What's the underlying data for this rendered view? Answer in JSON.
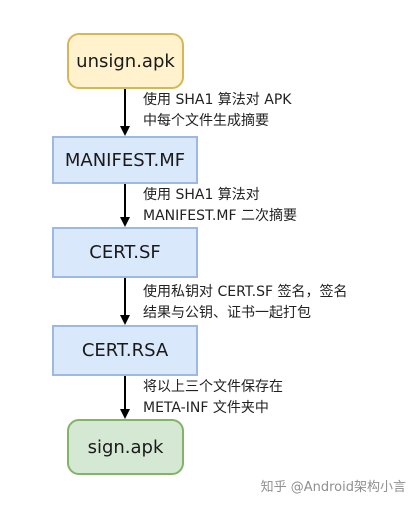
{
  "boxes": {
    "unsigned_apk": "unsign.apk",
    "manifest": "MANIFEST.MF",
    "cert_sf": "CERT.SF",
    "cert_rsa": "CERT.RSA",
    "signed_apk": "sign.apk"
  },
  "annotations": {
    "step1": [
      "使用 SHA1 算法对 APK",
      "中每个文件生成摘要"
    ],
    "step2": [
      "使用 SHA1 算法对",
      "MANIFEST.MF 二次摘要"
    ],
    "step3": [
      "使用私钥对 CERT.SF 签名，签名",
      "结果与公钥、证书一起打包"
    ],
    "step4": [
      "将以上三个文件保存在",
      "META-INF 文件夹中"
    ]
  },
  "watermark": "知乎 @Android架构小言",
  "colors": {
    "start_fill": "#fff2cc",
    "start_border": "#d6b656",
    "process_fill": "#dae8fc",
    "process_border": "#9bb9e3",
    "end_fill": "#d5e8d4",
    "end_border": "#82b366"
  }
}
